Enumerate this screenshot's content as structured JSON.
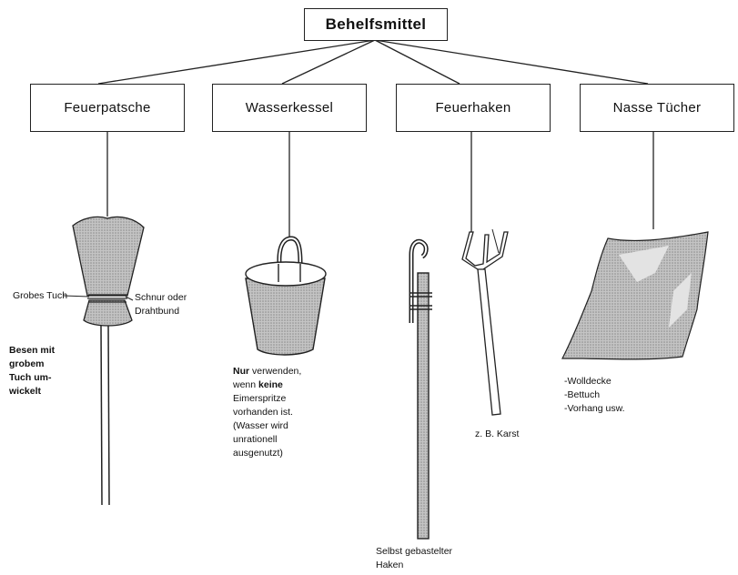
{
  "root": {
    "label": "Behelfsmittel"
  },
  "categories": [
    {
      "label": "Feuerpatsche"
    },
    {
      "label": "Wasserkessel"
    },
    {
      "label": "Feuerhaken"
    },
    {
      "label": "Nasse Tücher"
    }
  ],
  "feuerpatsche": {
    "label_tuch": "Grobes Tuch",
    "label_schnur": [
      "Schnur oder",
      "Drahtbund"
    ],
    "desc": [
      "Besen mit",
      "grobem",
      "Tuch um-",
      "wickelt"
    ]
  },
  "wasserkessel": {
    "desc_line1_bold": "Nur",
    "desc_line1_rest": " verwenden,",
    "desc_line2_pre": "wenn ",
    "desc_line2_bold": "keine",
    "desc_rest": [
      "Eimerspritze",
      "vorhanden ist.",
      "(Wasser wird",
      "unrationell",
      "ausgenutzt)"
    ]
  },
  "feuerhaken": {
    "karst_label": "z. B. Karst",
    "haken_label": [
      "Selbst gebastelter",
      "Haken"
    ]
  },
  "nasse_tuecher": {
    "items": [
      "-Wolldecke",
      "-Bettuch",
      "-Vorhang usw."
    ]
  },
  "colors": {
    "line": "#222222",
    "fill": "#b5b5b5"
  }
}
